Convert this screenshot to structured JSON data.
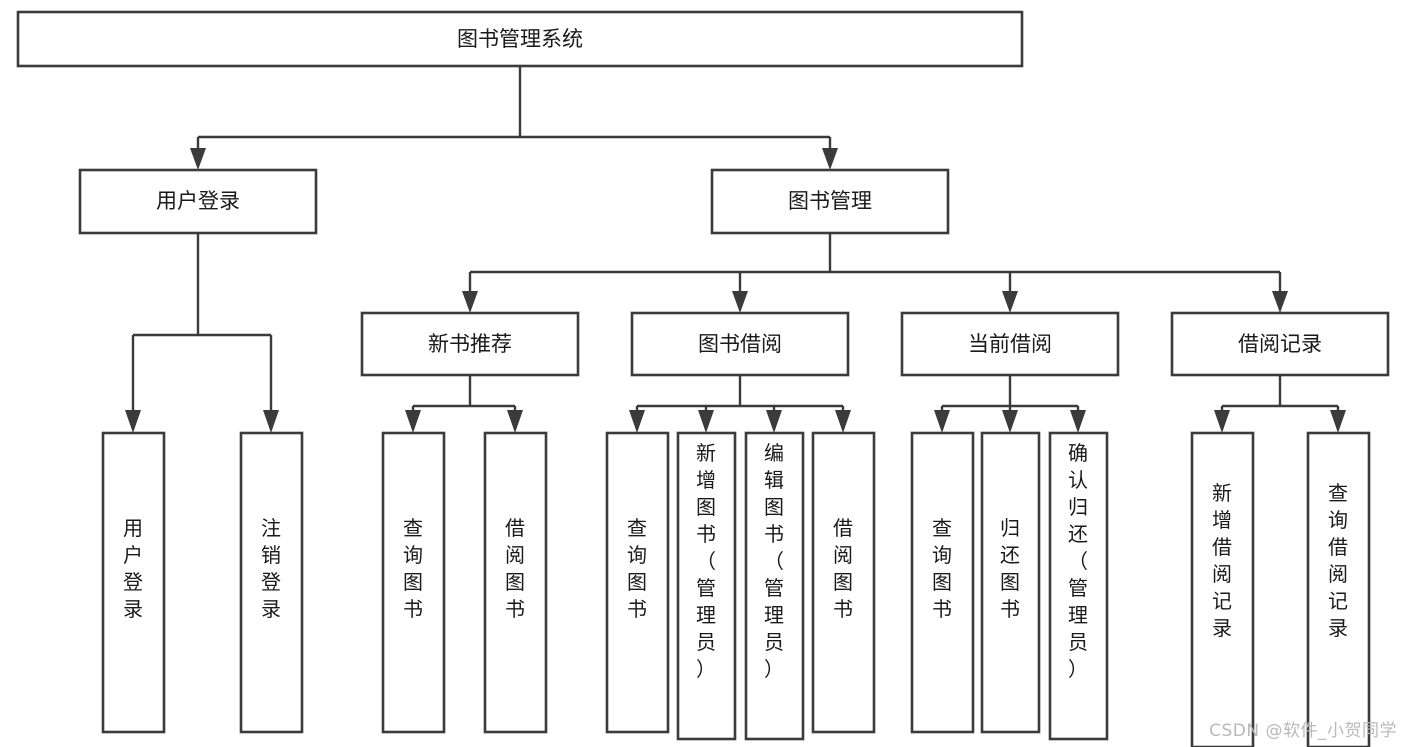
{
  "diagram": {
    "type": "tree-hierarchy",
    "title": "图书管理系统",
    "watermark": "CSDN @软件_小贺同学",
    "colors": {
      "stroke": "#3b3b3b",
      "fill": "#ffffff",
      "text": "#1a1a1a",
      "watermark": "#b9b9b9"
    },
    "levels": [
      {
        "level": 1,
        "nodes": [
          {
            "id": "root",
            "label": "图书管理系统",
            "orientation": "horizontal"
          }
        ]
      },
      {
        "level": 2,
        "nodes": [
          {
            "id": "login",
            "label": "用户登录",
            "orientation": "horizontal",
            "parent": "root"
          },
          {
            "id": "bookmgmt",
            "label": "图书管理",
            "orientation": "horizontal",
            "parent": "root"
          }
        ]
      },
      {
        "level": 3,
        "nodes": [
          {
            "id": "newbook",
            "label": "新书推荐",
            "orientation": "horizontal",
            "parent": "bookmgmt"
          },
          {
            "id": "borrow",
            "label": "图书借阅",
            "orientation": "horizontal",
            "parent": "bookmgmt"
          },
          {
            "id": "current",
            "label": "当前借阅",
            "orientation": "horizontal",
            "parent": "bookmgmt"
          },
          {
            "id": "records",
            "label": "借阅记录",
            "orientation": "horizontal",
            "parent": "bookmgmt"
          }
        ]
      },
      {
        "level": 4,
        "nodes": [
          {
            "id": "leaf-1",
            "label": "用户登录",
            "orientation": "vertical",
            "parent": "login"
          },
          {
            "id": "leaf-2",
            "label": "注销登录",
            "orientation": "vertical",
            "parent": "login"
          },
          {
            "id": "leaf-3",
            "label": "查询图书",
            "orientation": "vertical",
            "parent": "newbook"
          },
          {
            "id": "leaf-4",
            "label": "借阅图书",
            "orientation": "vertical",
            "parent": "newbook"
          },
          {
            "id": "leaf-5",
            "label": "查询图书",
            "orientation": "vertical",
            "parent": "borrow"
          },
          {
            "id": "leaf-6",
            "label": "新增图书（管理员）",
            "orientation": "vertical",
            "parent": "borrow"
          },
          {
            "id": "leaf-7",
            "label": "编辑图书（管理员）",
            "orientation": "vertical",
            "parent": "borrow"
          },
          {
            "id": "leaf-8",
            "label": "借阅图书",
            "orientation": "vertical",
            "parent": "borrow"
          },
          {
            "id": "leaf-9",
            "label": "查询图书",
            "orientation": "vertical",
            "parent": "current"
          },
          {
            "id": "leaf-10",
            "label": "归还图书",
            "orientation": "vertical",
            "parent": "current"
          },
          {
            "id": "leaf-11",
            "label": "确认归还（管理员）",
            "orientation": "vertical",
            "parent": "current"
          },
          {
            "id": "leaf-12",
            "label": "新增借阅记录",
            "orientation": "vertical",
            "parent": "records"
          },
          {
            "id": "leaf-13",
            "label": "查询借阅记录",
            "orientation": "vertical",
            "parent": "records"
          }
        ]
      }
    ]
  }
}
